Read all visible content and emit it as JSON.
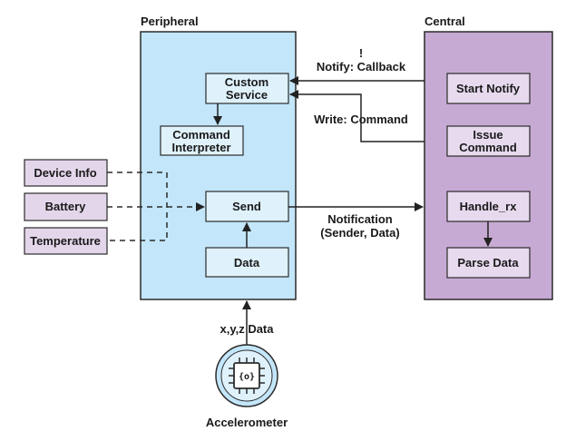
{
  "peripheral": {
    "title": "Peripheral",
    "custom_service": [
      "Custom",
      "Service"
    ],
    "command_interpreter": [
      "Command",
      "Interpreter"
    ],
    "send": "Send",
    "data": "Data",
    "fill": "#c3e6fa"
  },
  "central": {
    "title": "Central",
    "start_notify": "Start Notify",
    "issue_command": [
      "Issue",
      "Command"
    ],
    "handle_rx": "Handle_rx",
    "parse_data": "Parse Data",
    "fill": "#c7aad4",
    "inner_fill": "#e7daee"
  },
  "sensors": {
    "device_info": "Device Info",
    "battery": "Battery",
    "temperature": "Temperature",
    "fill": "#e3d6ea"
  },
  "arrows": {
    "notify_mark": "!",
    "notify": "Notify: Callback",
    "write": "Write: Command",
    "notification": [
      "Notification",
      "(Sender, Data)"
    ],
    "xyz": "x,y,z Data"
  },
  "accelerometer": {
    "label": "Accelerometer",
    "chip_text": "{o}",
    "icon": "chip-icon"
  }
}
